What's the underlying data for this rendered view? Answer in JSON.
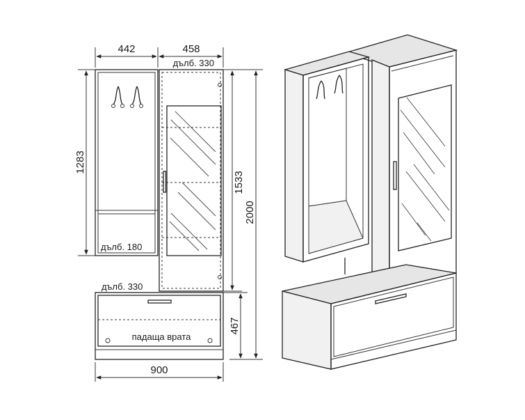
{
  "front_view": {
    "width_left": "442",
    "width_right": "458",
    "depth_top": "дълб. 330",
    "height_left": "1283",
    "height_right": "1533",
    "height_total": "2000",
    "depth_left": "дълб. 180",
    "depth_bottom": "дълб. 330",
    "height_bottom": "467",
    "bottom_label": "падаща врата",
    "width_total": "900"
  }
}
